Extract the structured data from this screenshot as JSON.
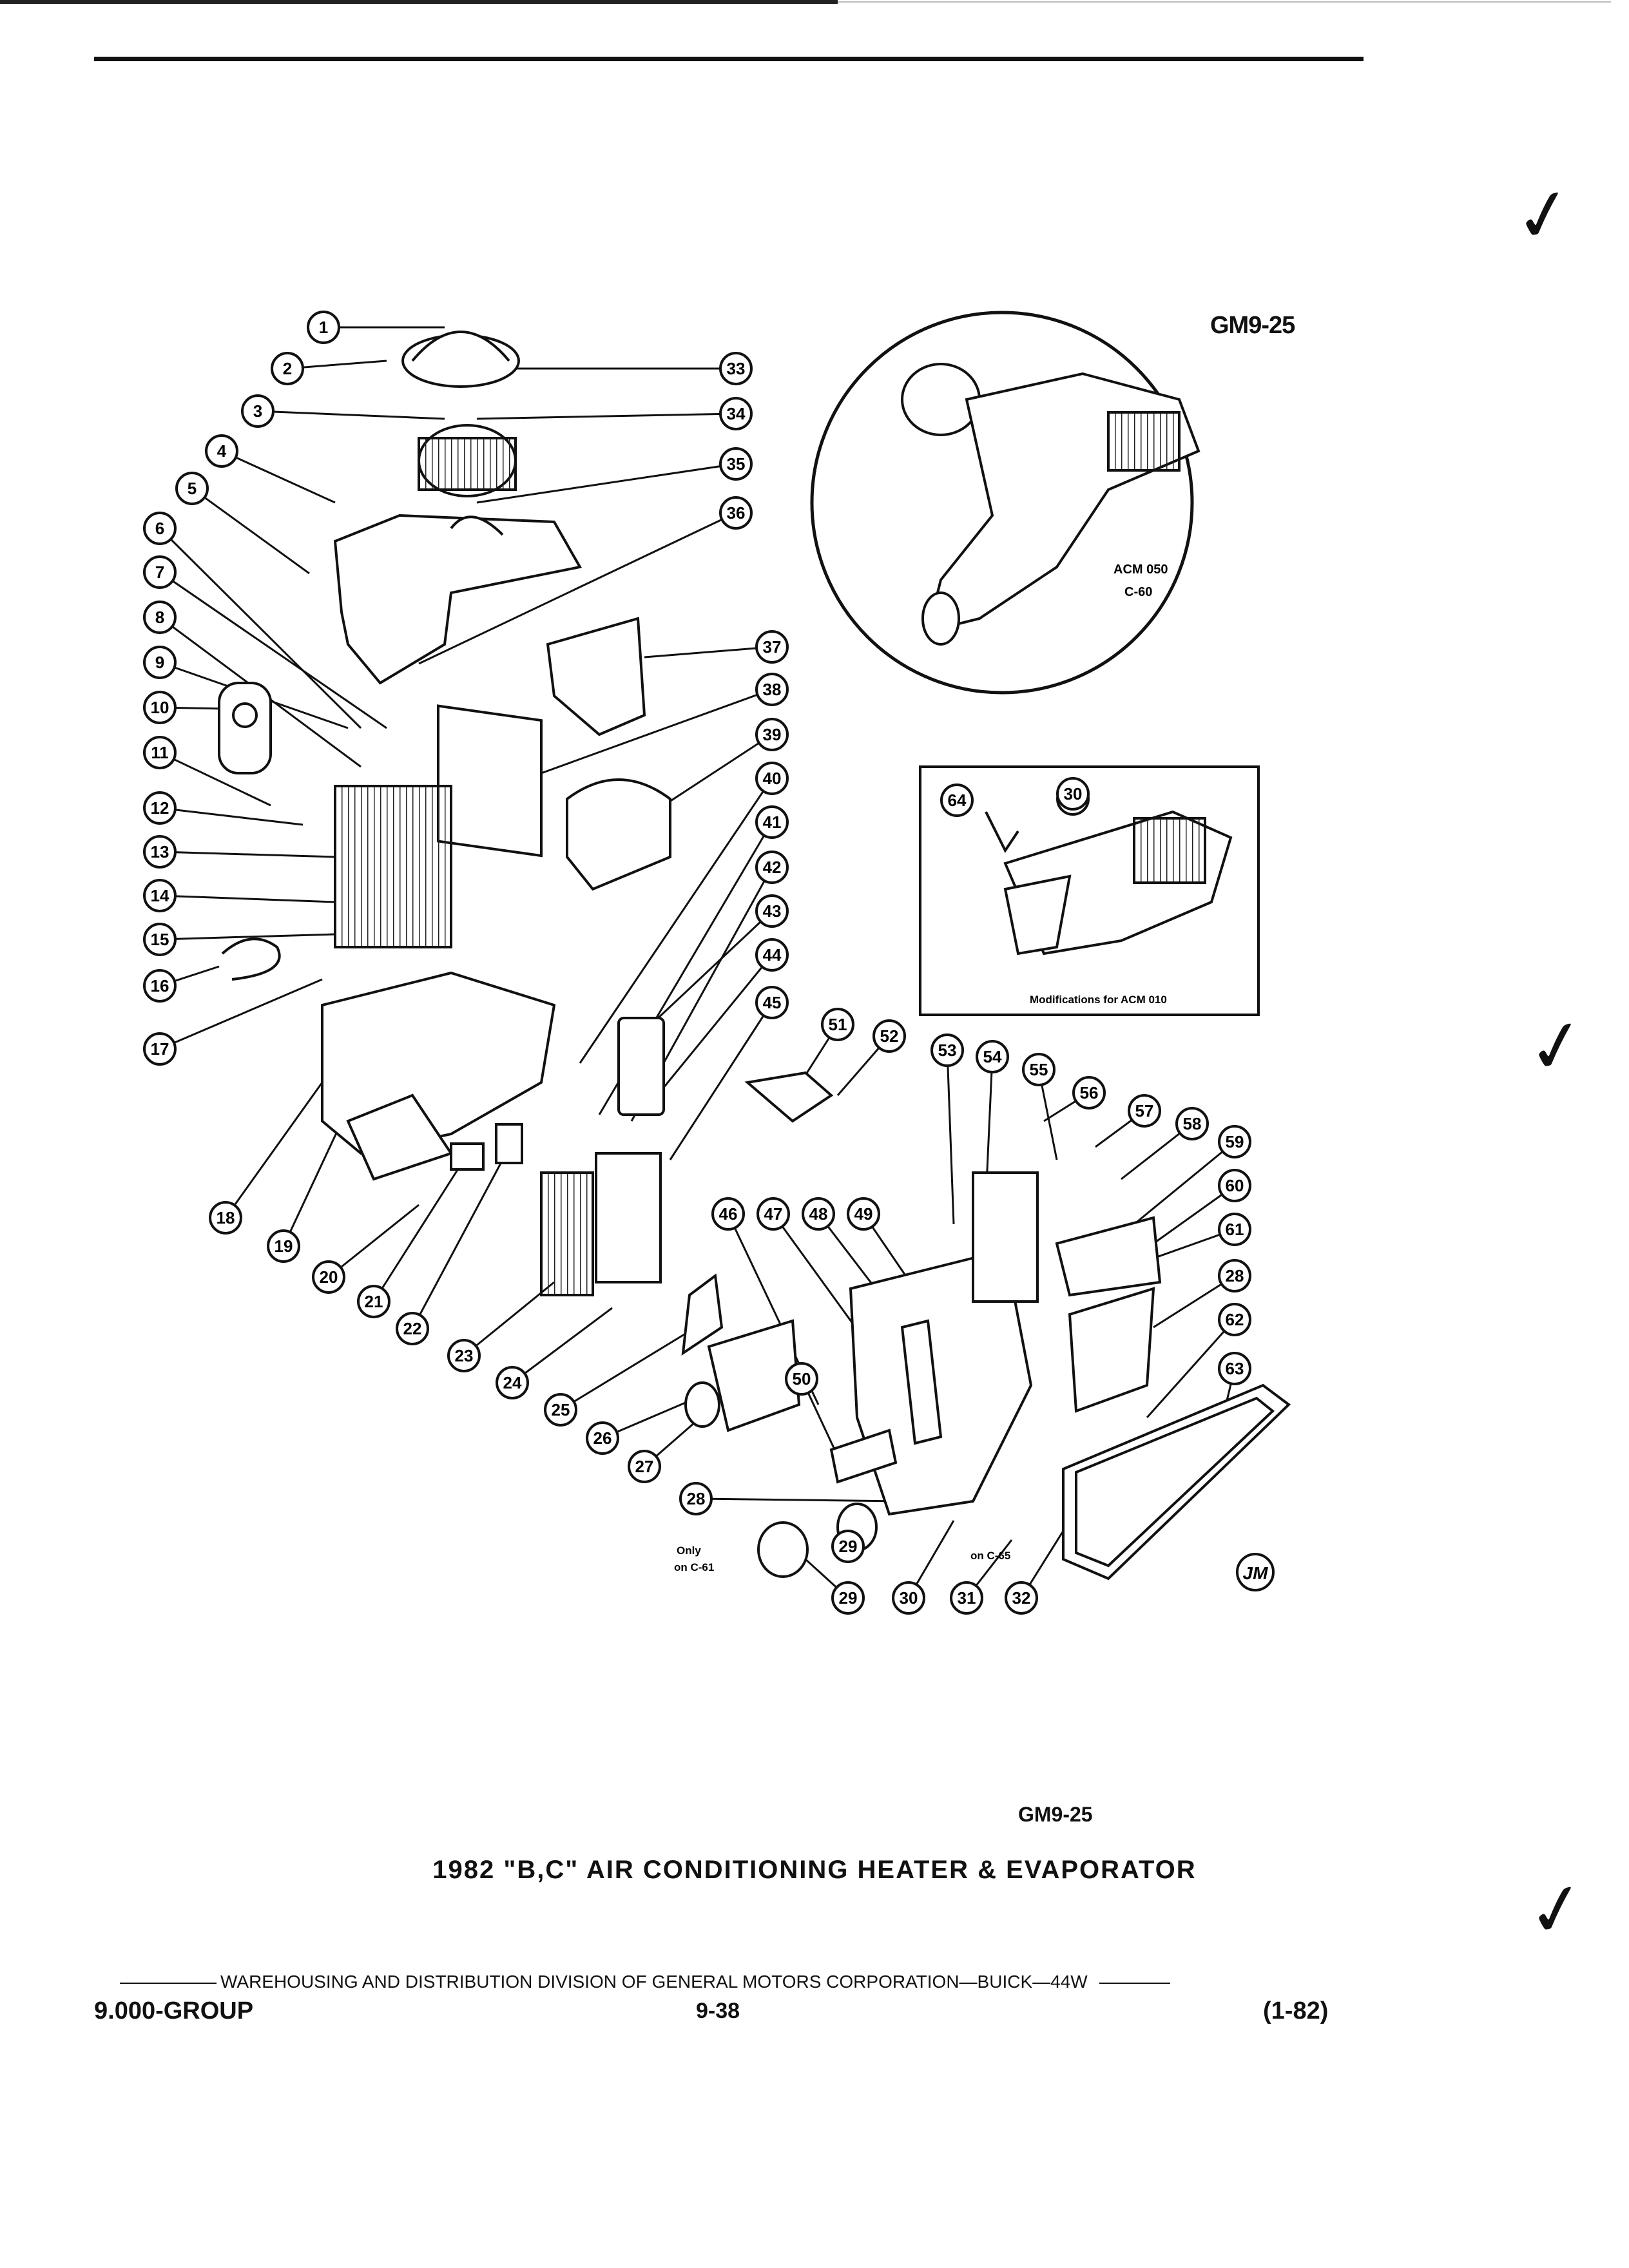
{
  "figure": {
    "code_top": "GM9-25",
    "code_bottom": "GM9-25",
    "title": "1982 \"B,C\" AIR CONDITIONING HEATER & EVAPORATOR",
    "inset_circle_labels": [
      "ACM 050",
      "C-60"
    ],
    "inset_box_caption": "Modifications for ACM 010",
    "inset_box_callouts": [
      "64",
      "30"
    ],
    "notes": [
      "Only",
      "on C-61",
      "on C-65"
    ],
    "stamp": "JM",
    "callouts": [
      "1",
      "2",
      "3",
      "4",
      "5",
      "6",
      "7",
      "8",
      "9",
      "10",
      "11",
      "12",
      "13",
      "14",
      "15",
      "16",
      "17",
      "18",
      "19",
      "20",
      "21",
      "22",
      "23",
      "24",
      "25",
      "26",
      "27",
      "28",
      "29",
      "30",
      "31",
      "32",
      "33",
      "34",
      "35",
      "36",
      "37",
      "38",
      "39",
      "40",
      "41",
      "42",
      "43",
      "44",
      "45",
      "46",
      "47",
      "48",
      "49",
      "50",
      "51",
      "52",
      "53",
      "54",
      "55",
      "56",
      "57",
      "58",
      "59",
      "60",
      "61",
      "62",
      "63"
    ],
    "extra_callouts": [
      "28",
      "29",
      "30"
    ]
  },
  "footer": {
    "division": "WAREHOUSING AND DISTRIBUTION  DIVISION OF GENERAL MOTORS CORPORATION—BUICK—44W",
    "group": "9.000-GROUP",
    "page": "9-38",
    "date": "(1-82)"
  }
}
